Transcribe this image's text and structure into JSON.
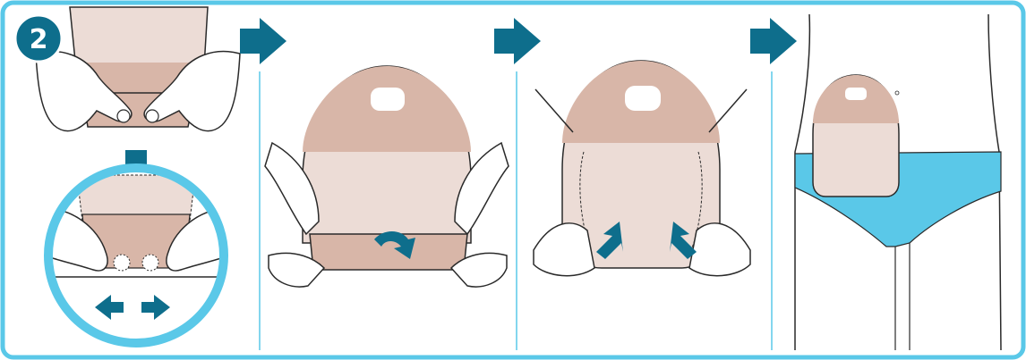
{
  "step": {
    "number": "2"
  },
  "colors": {
    "frame": "#5ac8e8",
    "arrow": "#0e6e8c",
    "skin": "#d8b6a8",
    "skin_light": "#ecdcd6",
    "brief": "#5ac8e8",
    "outline": "#2a2a2a",
    "divider": "#5ac8e8",
    "badge": "#0e6e8c"
  },
  "panels": [
    {
      "name": "panel-apply-hands-and-detail"
    },
    {
      "name": "panel-fold-flap"
    },
    {
      "name": "panel-press-edges"
    },
    {
      "name": "panel-on-body"
    }
  ],
  "icons": {
    "step_badge": "step-number-badge",
    "next": "arrow-right-icon",
    "down": "arrow-down-icon",
    "spread": "arrow-left-right-icon",
    "curl": "curved-arrow-icon",
    "press": "diagonal-arrow-icon"
  }
}
